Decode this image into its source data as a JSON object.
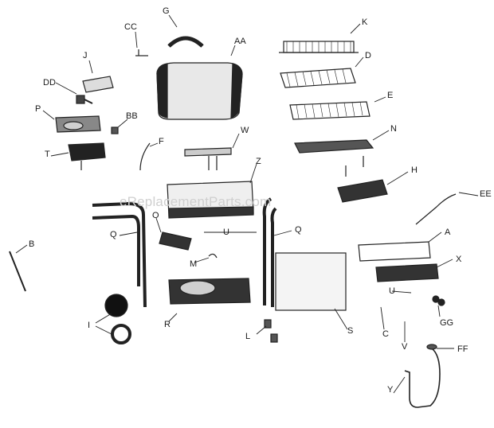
{
  "watermark": "eReplacementParts.com",
  "labels": {
    "G": "G",
    "CC": "CC",
    "AA": "AA",
    "K": "K",
    "J": "J",
    "D": "D",
    "DD": "DD",
    "E": "E",
    "P": "P",
    "BB": "BB",
    "W": "W",
    "N": "N",
    "T": "T",
    "F": "F",
    "Z": "Z",
    "H": "H",
    "EE": "EE",
    "O": "O",
    "Q_left": "Q",
    "U_mid": "U",
    "Q_right": "Q",
    "A": "A",
    "B": "B",
    "M": "M",
    "X": "X",
    "U_right": "U",
    "I": "I",
    "R": "R",
    "S": "S",
    "C": "C",
    "GG": "GG",
    "L": "L",
    "V": "V",
    "FF": "FF",
    "Y": "Y"
  }
}
